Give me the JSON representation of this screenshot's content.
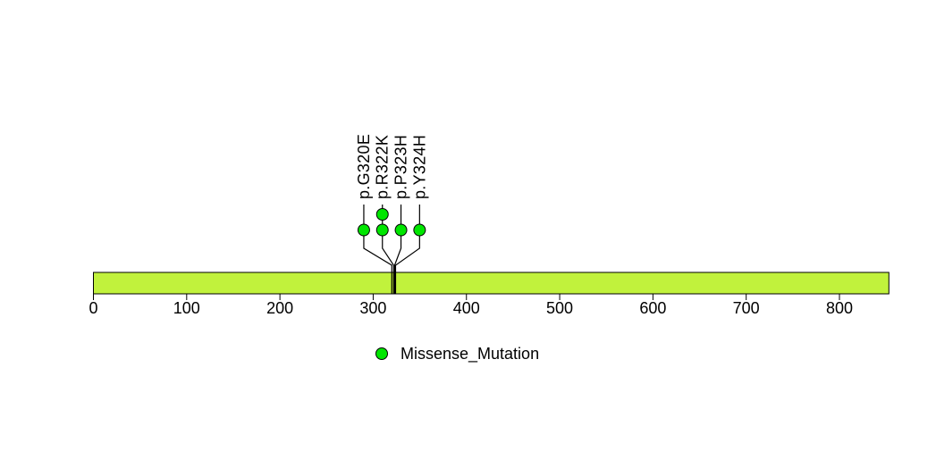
{
  "chart_data": {
    "type": "lollipop",
    "title": "",
    "xlabel": "",
    "ylabel": "",
    "xlim": [
      0,
      853
    ],
    "grid": false,
    "background_color": "#FFFFFF",
    "x_ticks": [
      0,
      100,
      200,
      300,
      400,
      500,
      600,
      700,
      800
    ],
    "x_tick_labels": [
      "0",
      "100",
      "200",
      "300",
      "400",
      "500",
      "600",
      "700",
      "800"
    ],
    "backbone": {
      "start": 0,
      "end": 853,
      "fill": "#C1F23C",
      "stroke": "#000000"
    },
    "mutations": [
      {
        "label": "p.G320E",
        "position": 320,
        "count": 1,
        "type": "Missense_Mutation"
      },
      {
        "label": "p.R322K",
        "position": 322,
        "count": 2,
        "type": "Missense_Mutation"
      },
      {
        "label": "p.P323H",
        "position": 323,
        "count": 1,
        "type": "Missense_Mutation"
      },
      {
        "label": "p.Y324H",
        "position": 324,
        "count": 1,
        "type": "Missense_Mutation"
      }
    ],
    "marker": {
      "fill": "#00E600",
      "stroke": "#000000"
    },
    "stem_color": "#000000",
    "legend_position": "bottom-center",
    "legend": [
      {
        "label": "Missense_Mutation",
        "color": "#00E600"
      }
    ]
  }
}
